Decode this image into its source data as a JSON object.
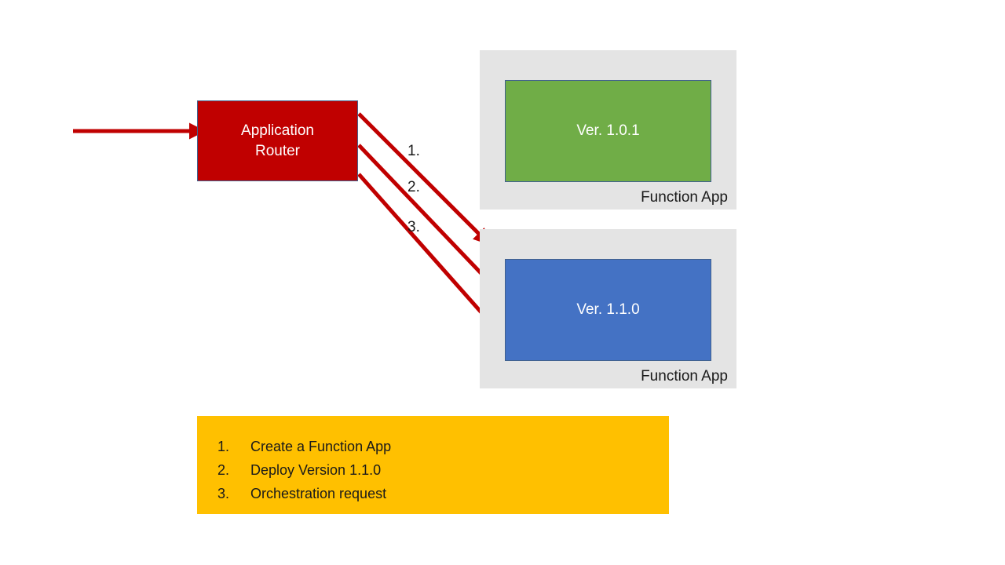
{
  "diagram": {
    "router": {
      "line1": "Application",
      "line2": "Router",
      "color": "#C00000"
    },
    "function_apps": [
      {
        "label": "Function App",
        "version_label": "Ver. 1.0.1",
        "version_color": "#70AD47",
        "container_color": "#E4E4E4"
      },
      {
        "label": "Function App",
        "version_label": "Ver. 1.1.0",
        "version_color": "#4472C4",
        "container_color": "#E4E4E4"
      }
    ],
    "arrow_labels": [
      {
        "text": "1."
      },
      {
        "text": "2."
      },
      {
        "text": "3."
      }
    ],
    "arrow_color": "#C00000",
    "legend": {
      "background": "#FFC000",
      "items": [
        {
          "number": "1.",
          "text": "Create a Function App"
        },
        {
          "number": "2.",
          "text": "Deploy Version 1.1.0"
        },
        {
          "number": "3.",
          "text": "Orchestration request"
        }
      ]
    }
  }
}
